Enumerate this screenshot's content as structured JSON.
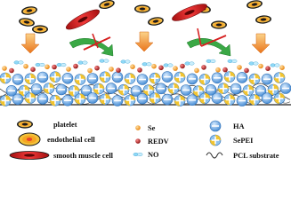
{
  "legend": {
    "items": [
      {
        "key": "platelet",
        "label": "platelet",
        "icon": "platelet-icon"
      },
      {
        "key": "endothelial",
        "label": "endothelial cell",
        "icon": "endothelial-cell-icon"
      },
      {
        "key": "smc",
        "label": "smooth muscle cell",
        "icon": "smooth-muscle-cell-icon"
      },
      {
        "key": "se",
        "label": "Se",
        "icon": "selenium-dot-icon"
      },
      {
        "key": "redv",
        "label": "REDV",
        "icon": "redv-dot-icon"
      },
      {
        "key": "no",
        "label": "NO",
        "icon": "no-molecule-icon"
      },
      {
        "key": "ha",
        "label": "HA",
        "icon": "ha-circle-icon"
      },
      {
        "key": "sepei",
        "label": "SePEI",
        "icon": "sepei-circle-icon"
      },
      {
        "key": "pcl",
        "label": "PCL substrate",
        "icon": "pcl-wave-icon"
      }
    ]
  },
  "colors": {
    "platelet_outer": "#1a1a1a",
    "platelet_ring": "#f5a623",
    "platelet_core": "#e8452b",
    "smc_fill": "#e02020",
    "se_dot": "#f29a1f",
    "redv_dot": "#b02a2a",
    "no_blue": "#7fd4f5",
    "ha_blue": "#5aa2e0",
    "sepei_yellow": "#f2c430",
    "substrate_line": "#2b2b2b",
    "arrow_orange": "#f08a1c",
    "arrow_green": "#3aa845",
    "arrow_red": "#d62020"
  }
}
